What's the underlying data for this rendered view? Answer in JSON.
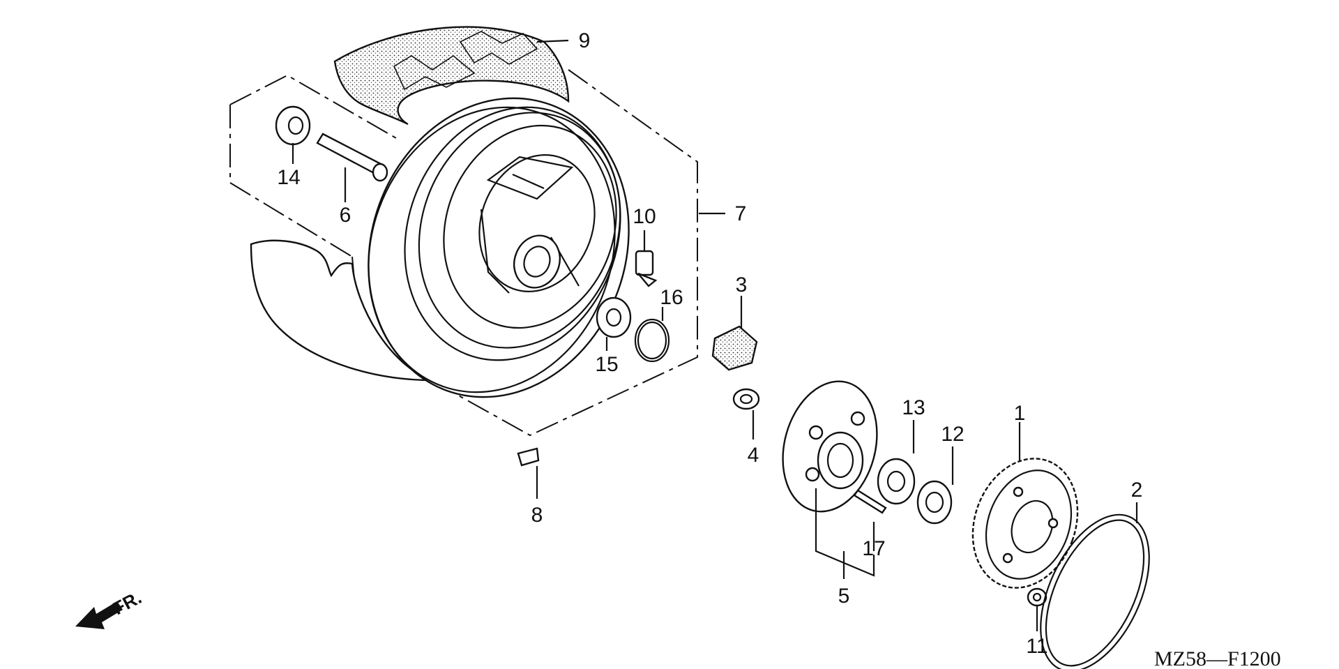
{
  "diagram_code": "MZ58—F1200",
  "direction_label": "FR.",
  "callouts": {
    "p1": "1",
    "p2": "2",
    "p3": "3",
    "p4": "4",
    "p5": "5",
    "p6": "6",
    "p7": "7",
    "p8": "8",
    "p9": "9",
    "p10": "10",
    "p11": "11",
    "p12": "12",
    "p13": "13",
    "p14": "14",
    "p15": "15",
    "p16": "16",
    "p17": "17"
  }
}
